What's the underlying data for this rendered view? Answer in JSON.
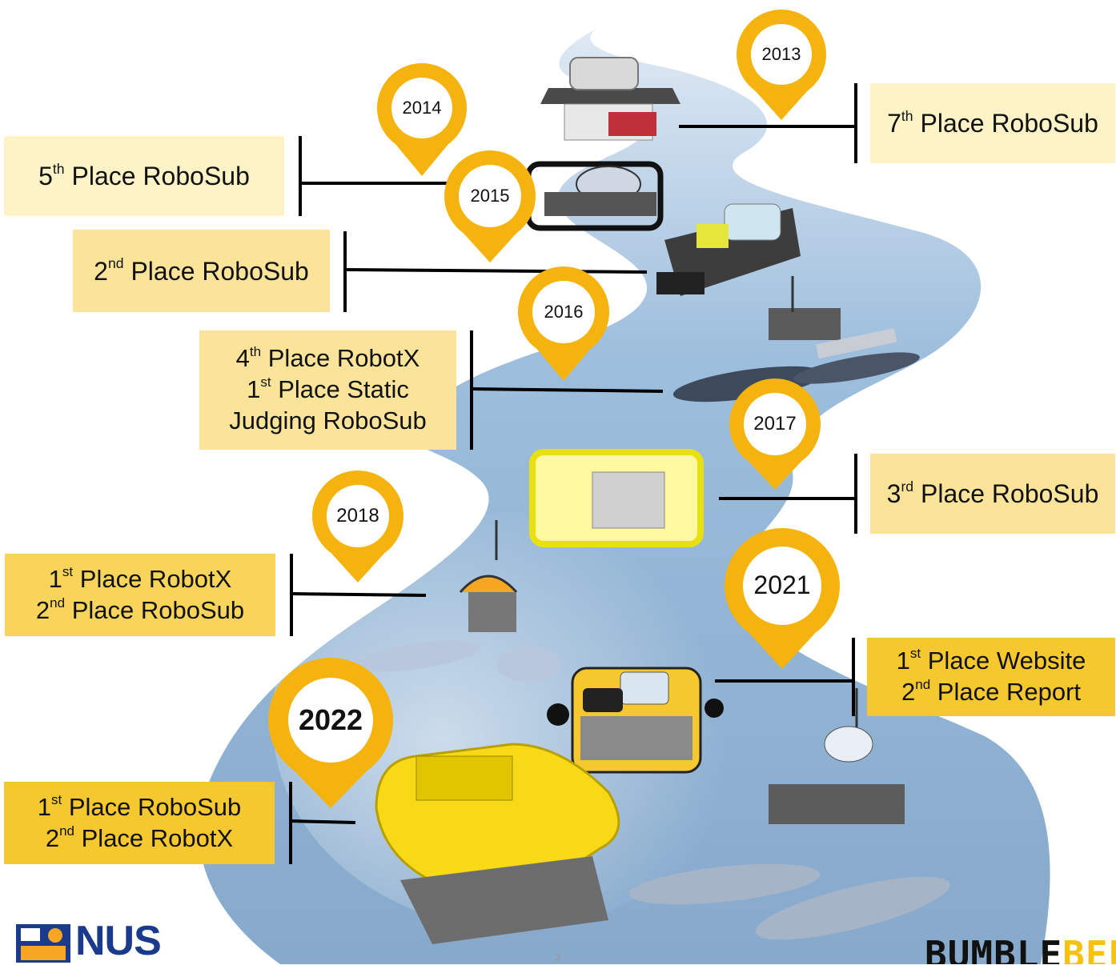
{
  "milestones": [
    {
      "year": "2013",
      "lines": [
        {
          "num": "7",
          "sup": "th",
          "text": " Place RoboSub"
        }
      ]
    },
    {
      "year": "2014",
      "lines": [
        {
          "num": "5",
          "sup": "th",
          "text": " Place RoboSub"
        }
      ]
    },
    {
      "year": "2015",
      "lines": [
        {
          "num": "2",
          "sup": "nd",
          "text": " Place RoboSub"
        }
      ]
    },
    {
      "year": "2016",
      "lines": [
        {
          "num": "4",
          "sup": "th",
          "text": " Place RobotX"
        },
        {
          "num": "1",
          "sup": "st",
          "text": " Place Static"
        },
        {
          "num": "",
          "sup": "",
          "text": "Judging RoboSub"
        }
      ]
    },
    {
      "year": "2017",
      "lines": [
        {
          "num": "3",
          "sup": "rd",
          "text": " Place RoboSub"
        }
      ]
    },
    {
      "year": "2018",
      "lines": [
        {
          "num": "1",
          "sup": "st",
          "text": " Place RobotX"
        },
        {
          "num": "2",
          "sup": "nd",
          "text": " Place RoboSub"
        }
      ]
    },
    {
      "year": "2021",
      "lines": [
        {
          "num": "1",
          "sup": "st",
          "text": " Place Website"
        },
        {
          "num": "2",
          "sup": "nd",
          "text": " Place Report"
        }
      ]
    },
    {
      "year": "2022",
      "lines": [
        {
          "num": "1",
          "sup": "st",
          "text": " Place RoboSub"
        },
        {
          "num": "2",
          "sup": "nd",
          "text": " Place RobotX"
        }
      ]
    }
  ],
  "logos": {
    "nus": "NUS",
    "bumblebee_a": "BUMBLE",
    "bumblebee_b": "BEE"
  },
  "page_number": "3",
  "colors": {
    "marker": "#f5b30f",
    "river": "#8fb3d6",
    "box_light": "#fdf3c6",
    "box_mid": "#fbe49a",
    "box_strong": "#f6c82f",
    "nus_blue": "#1a3a8c"
  }
}
